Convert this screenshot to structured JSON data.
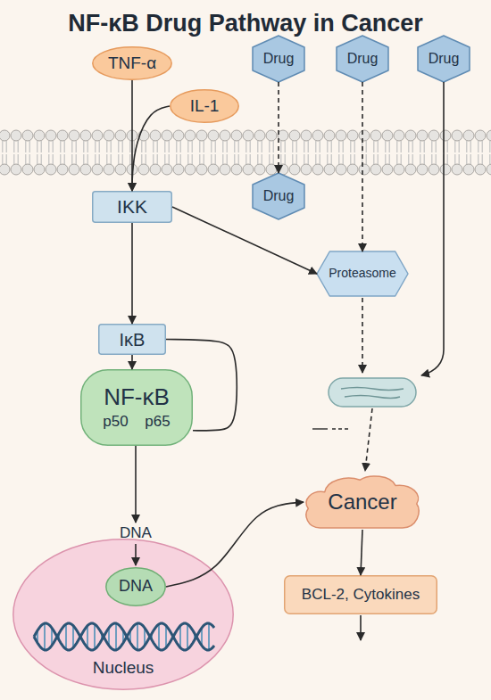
{
  "diagram": {
    "title": "NF-κB Drug Pathway in Cancer",
    "nodes": [
      {
        "text": [
          "TNF-α"
        ]
      },
      {
        "text": [
          "IL-1"
        ]
      },
      {
        "text": [
          "Drug"
        ]
      },
      {
        "text": [
          "Drug"
        ]
      },
      {
        "text": [
          "Drug"
        ]
      },
      {
        "text": [
          "Drug"
        ]
      },
      {
        "text": [
          "IKK"
        ]
      },
      {
        "text": [
          "Proteasome"
        ]
      },
      {
        "text": [
          "IκB"
        ]
      },
      {
        "text": [
          "NF-κB",
          "p50 p65"
        ]
      },
      {
        "text": [
          "Nucleus"
        ]
      },
      {
        "text": [
          "DNA"
        ],
        "in": 10
      },
      {
        "text": [
          "Cancer"
        ]
      },
      {
        "text": [
          "BCL-2, Cytokines"
        ]
      }
    ],
    "edges": [
      {
        "from": 0,
        "to": 6,
        "arrow": "to"
      },
      {
        "from": 1,
        "to": 6,
        "arrow": "to"
      },
      {
        "from": 2,
        "to": 5,
        "arrow": "to"
      },
      {
        "from": 6,
        "to": 7,
        "arrow": "to"
      },
      {
        "from": 6,
        "to": 8,
        "arrow": "to"
      },
      {
        "from": 8,
        "to": 9,
        "arrow": "to"
      },
      {
        "from": 8,
        "to": 9,
        "arrow": "none"
      },
      {
        "from": 11,
        "to": 12,
        "arrow": "to"
      },
      {
        "from": 3,
        "to": 7,
        "arrow": "to"
      },
      {
        "from": 12,
        "to": 13,
        "arrow": "to"
      }
    ],
    "labels": [
      "DNA"
    ]
  }
}
